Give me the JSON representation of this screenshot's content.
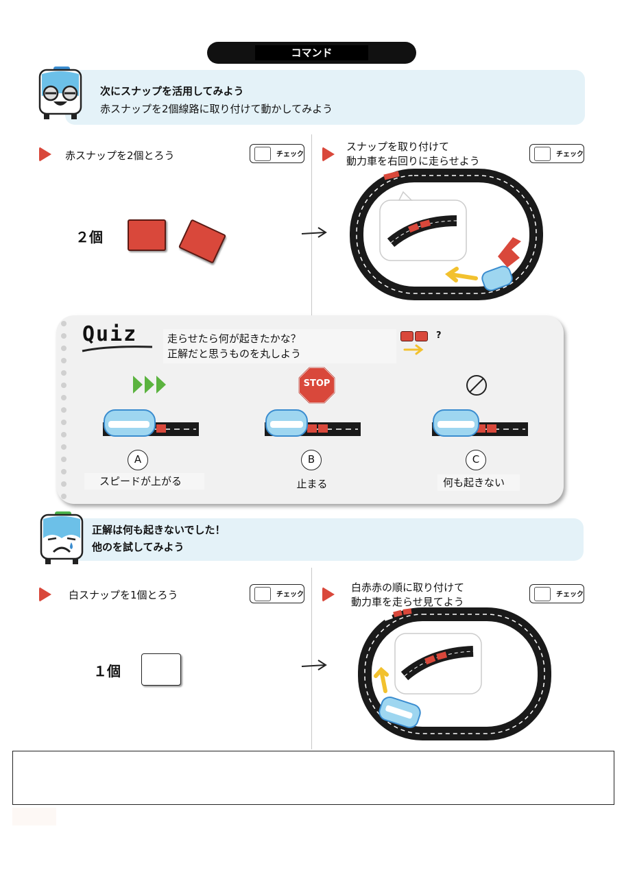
{
  "header": {
    "title": "コマンド"
  },
  "intro": {
    "title": "次にスナップを活用してみよう",
    "text": "赤スナップを2個線路に取り付けて動かしてみよう"
  },
  "check_label": "チェック",
  "step1": {
    "text": "赤スナップを2個とろう",
    "count": "２個"
  },
  "step2": {
    "line1": "スナップを取り付けて",
    "line2": "動力車を右回りに走らせよう"
  },
  "quiz": {
    "logo": "Quiz",
    "question_line1": "走らせたら何が起きたかな？",
    "question_line2": "正解だと思うものを丸しよう",
    "hint_mark": "?",
    "stop_sign": "STOP",
    "options": [
      {
        "letter": "A",
        "label": "スピードが上がる"
      },
      {
        "letter": "B",
        "label": "止まる"
      },
      {
        "letter": "C",
        "label": "何も起きない"
      }
    ]
  },
  "result": {
    "line1": "正解は何も起きないでした！",
    "line2": "他のを試してみよう"
  },
  "step3": {
    "text": "白スナップを1個とろう",
    "count": "１個"
  },
  "step4": {
    "line1": "白赤赤の順に取り付けて",
    "line2": "動力車を走らせ見てよう"
  },
  "colors": {
    "red_snap": "#d9483b",
    "banner": "#e4f2f8",
    "arrow_green": "#5bb33f",
    "arrow_yellow": "#f2c12e"
  }
}
